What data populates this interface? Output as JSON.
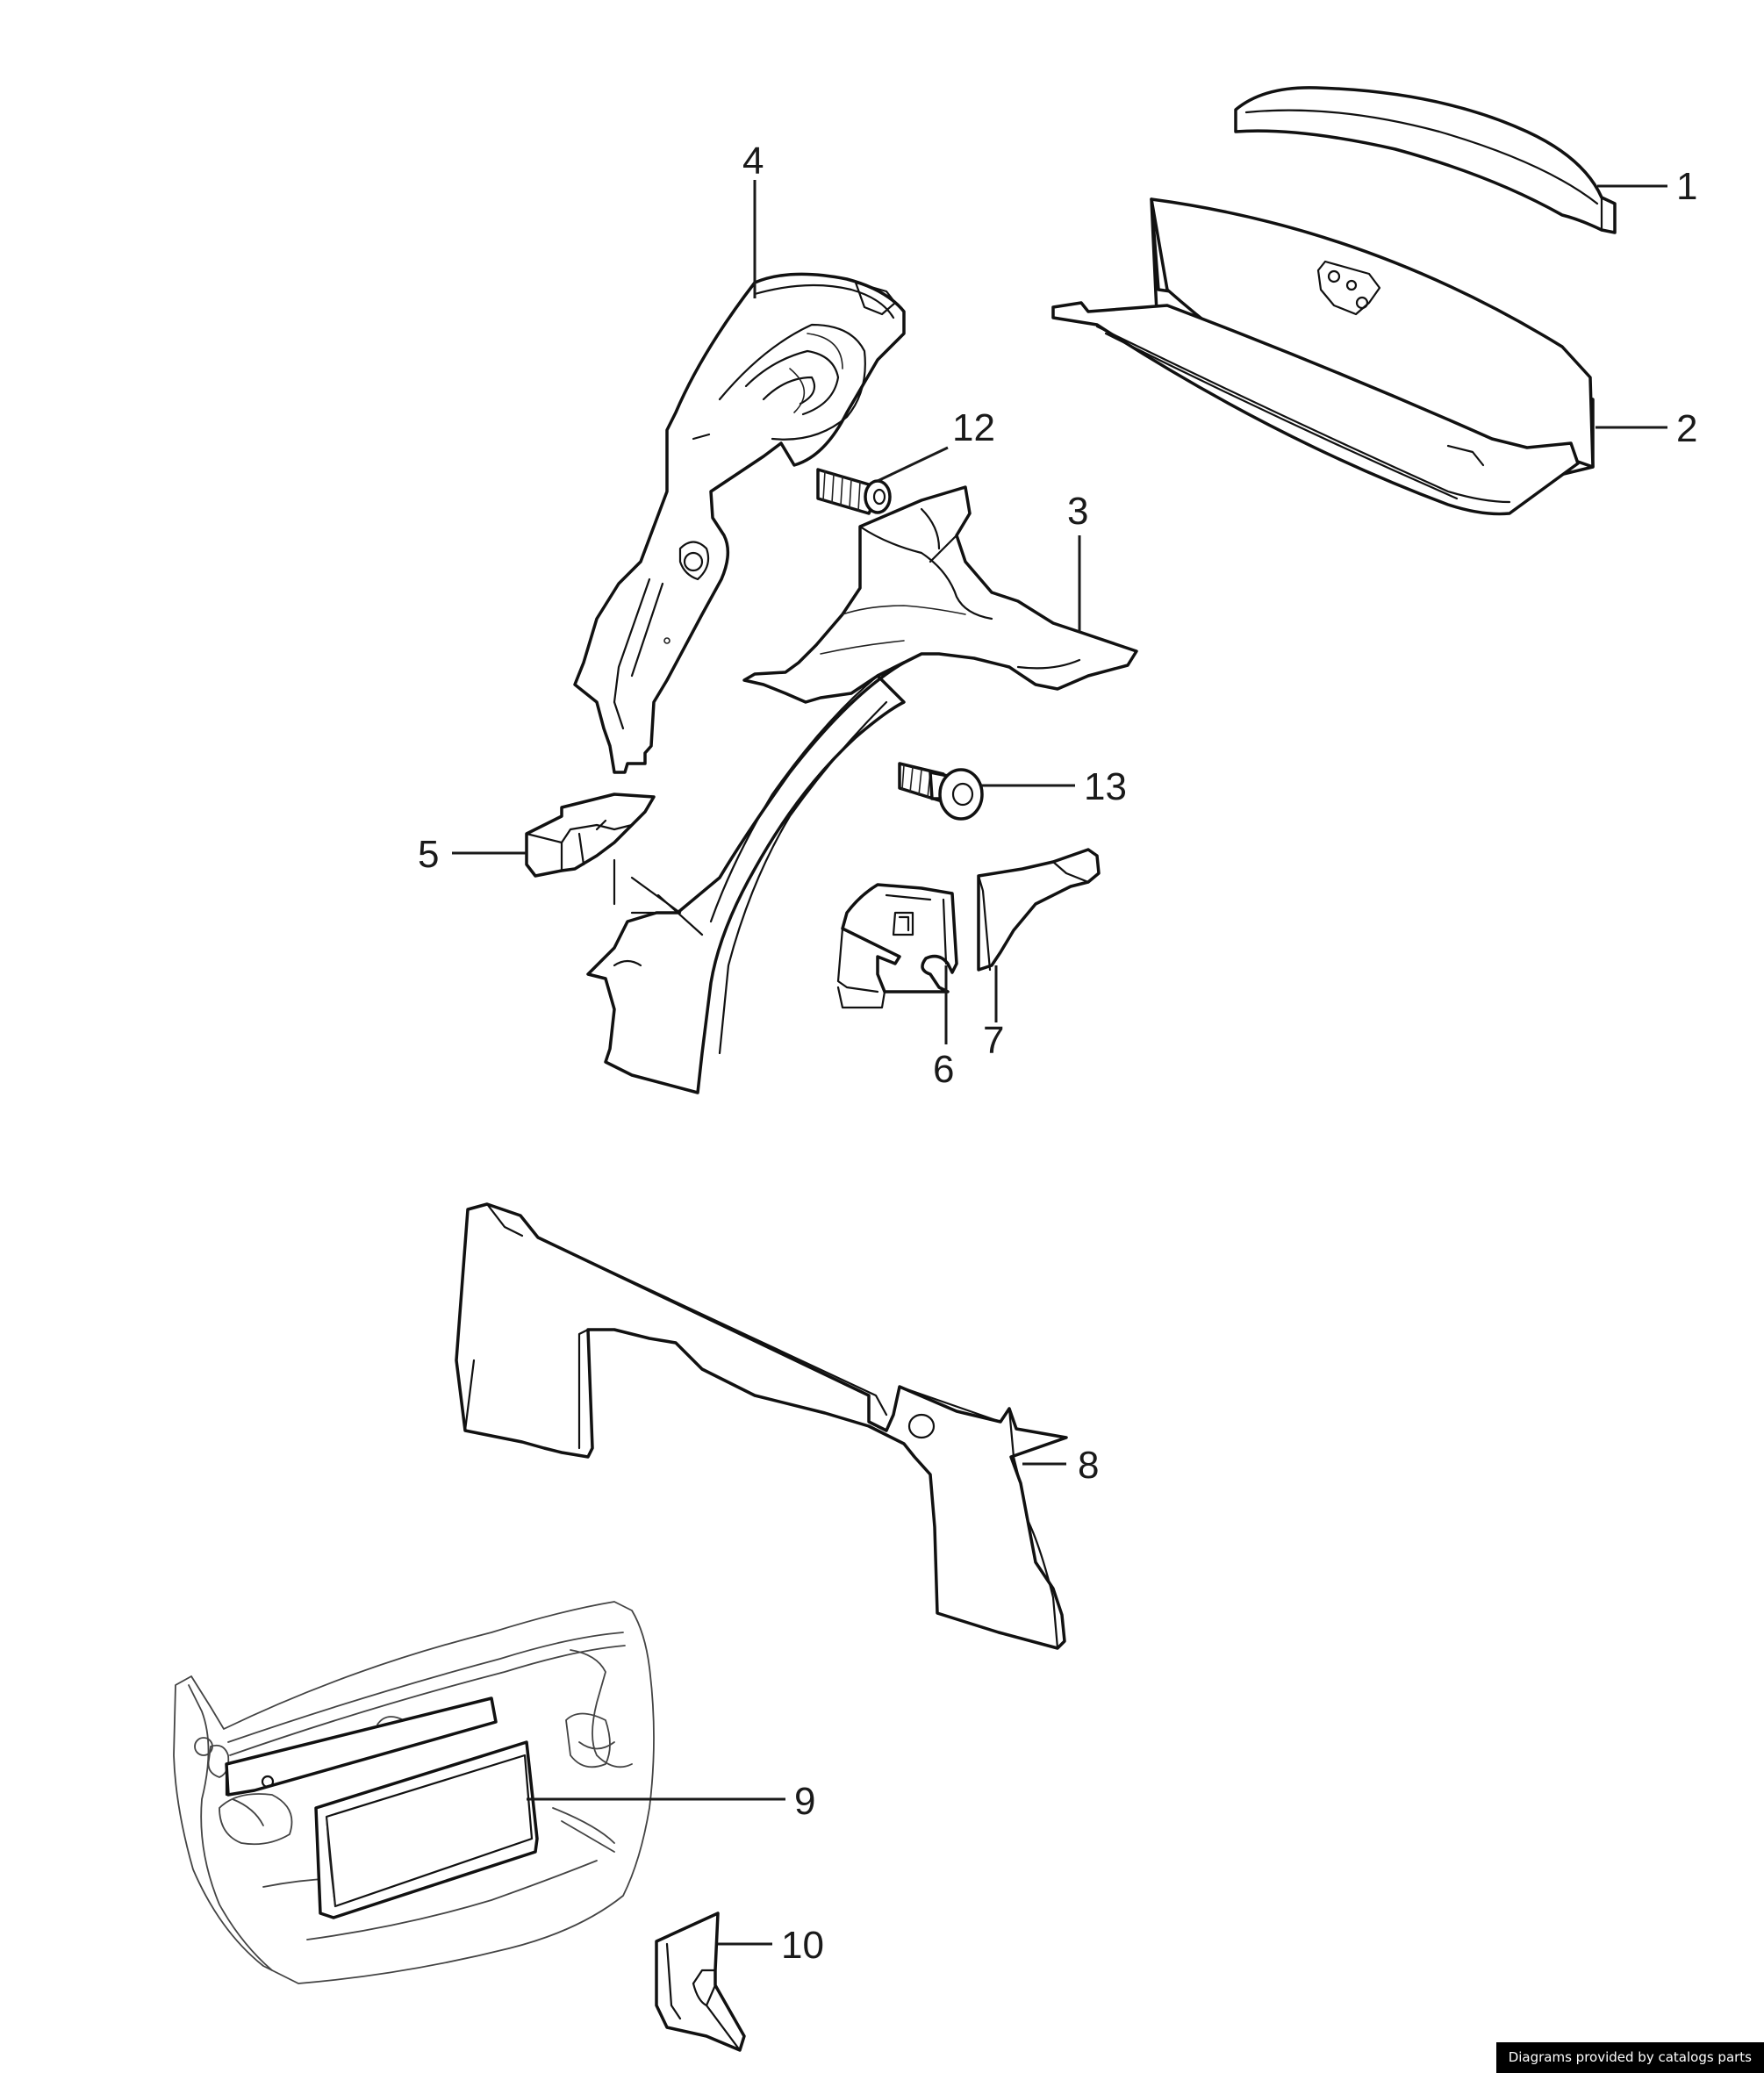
{
  "callouts": [
    {
      "id": "1",
      "label": "1"
    },
    {
      "id": "2",
      "label": "2"
    },
    {
      "id": "3",
      "label": "3"
    },
    {
      "id": "4",
      "label": "4"
    },
    {
      "id": "5",
      "label": "5"
    },
    {
      "id": "6",
      "label": "6"
    },
    {
      "id": "7",
      "label": "7"
    },
    {
      "id": "8",
      "label": "8"
    },
    {
      "id": "9",
      "label": "9"
    },
    {
      "id": "10",
      "label": "10"
    },
    {
      "id": "12",
      "label": "12"
    },
    {
      "id": "13",
      "label": "13"
    }
  ],
  "footer": {
    "credit": "Diagrams provided by catalogs parts"
  }
}
